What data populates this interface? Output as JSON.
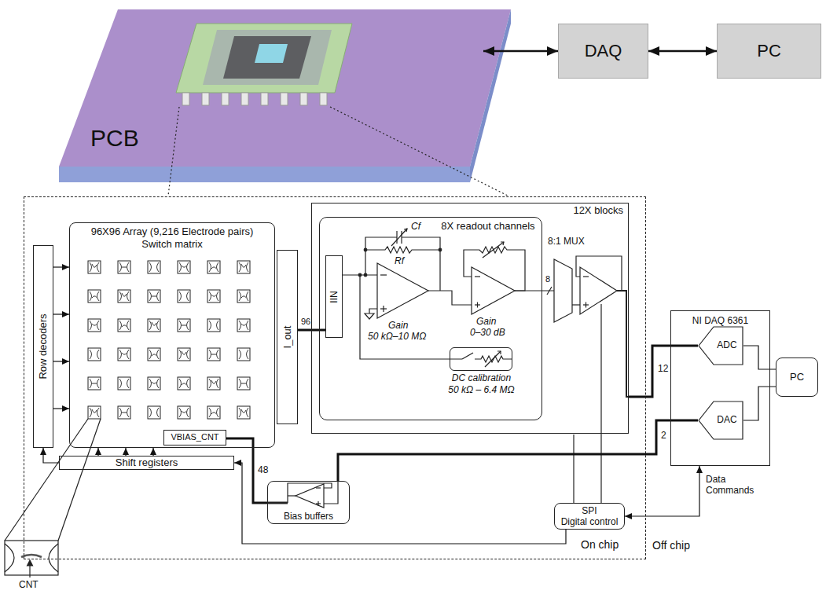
{
  "diagram": {
    "nodes": [
      {
        "text": [
          "PCB"
        ]
      },
      {
        "text": [
          "DAQ"
        ]
      },
      {
        "text": [
          "PC"
        ]
      },
      {
        "text": [
          "On chip"
        ]
      },
      {
        "text": [
          "Row decoders"
        ],
        "in": 3
      },
      {
        "text": [
          "96X96 Array (9,216 Electrode pairs)",
          "Switch matrix"
        ],
        "in": 3
      },
      {
        "text": [
          "I_out"
        ],
        "in": 3
      },
      {
        "text": [
          "VBIAS_CNT"
        ],
        "in": 5
      },
      {
        "text": [
          "Shift registers"
        ],
        "in": 3
      },
      {
        "text": [
          "12X blocks"
        ],
        "in": 3
      },
      {
        "text": [
          "8X readout channels"
        ],
        "in": 9
      },
      {
        "text": [
          "IIN"
        ],
        "in": 10
      },
      {
        "text": [
          "DC calibration",
          "50 kΩ – 6.4 MΩ"
        ],
        "in": 10
      },
      {
        "text": [
          "Bias buffers"
        ],
        "in": 3
      },
      {
        "text": [
          "SPI",
          "Digital control"
        ],
        "in": 3
      },
      {
        "text": [
          "NI DAQ 6361"
        ]
      },
      {
        "text": [
          "ADC"
        ],
        "in": 15
      },
      {
        "text": [
          "DAC"
        ],
        "in": 15
      },
      {
        "text": [
          "PC"
        ]
      }
    ],
    "edges": [
      {
        "from": 0,
        "to": 1,
        "arrow": "both"
      },
      {
        "from": 1,
        "to": 2,
        "arrow": "both"
      },
      {
        "from": 4,
        "to": 5,
        "arrow": "to"
      },
      {
        "from": 4,
        "to": 5,
        "arrow": "to"
      },
      {
        "from": 4,
        "to": 5,
        "arrow": "to"
      },
      {
        "from": 4,
        "to": 5,
        "arrow": "to"
      },
      {
        "from": 8,
        "to": 5,
        "arrow": "to"
      },
      {
        "from": 8,
        "to": 5,
        "arrow": "to"
      },
      {
        "from": 8,
        "to": 5,
        "arrow": "to"
      },
      {
        "from": 8,
        "to": 4,
        "arrow": "to"
      },
      {
        "from": 6,
        "to": 11,
        "arrow": "none",
        "label": "96"
      },
      {
        "from": 14,
        "to": 8,
        "arrow": "to"
      },
      {
        "from": 14,
        "to": 15,
        "arrow": "both",
        "label": "Data Commands"
      },
      {
        "from": 17,
        "to": 13,
        "arrow": "none",
        "label": "2"
      },
      {
        "from": 13,
        "to": 7,
        "arrow": "none",
        "label": "48"
      },
      {
        "from": 9,
        "to": 16,
        "arrow": "none",
        "label": "12"
      },
      {
        "from": 16,
        "to": 18,
        "arrow": "none"
      },
      {
        "from": 17,
        "to": 18,
        "arrow": "none"
      }
    ],
    "labels": [
      "Cf",
      "Rf",
      "Gain",
      "50 kΩ–10 MΩ",
      "Gain",
      "0–30 dB",
      "8:1 MUX",
      "8",
      "Off chip",
      "CNT"
    ]
  }
}
